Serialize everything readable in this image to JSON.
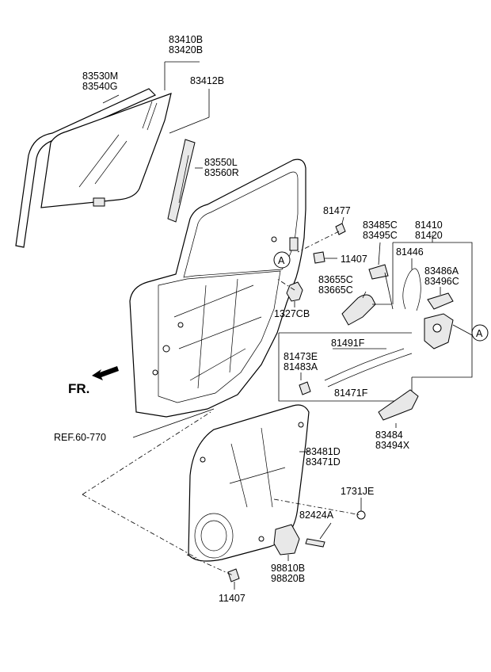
{
  "labels": [
    {
      "id": "l83410",
      "lines": [
        "83410B",
        "83420B"
      ]
    },
    {
      "id": "l83530",
      "lines": [
        "83530M",
        "83540G"
      ]
    },
    {
      "id": "l83412",
      "lines": [
        "83412B"
      ]
    },
    {
      "id": "l83550",
      "lines": [
        "83550L",
        "83560R"
      ]
    },
    {
      "id": "l81477",
      "lines": [
        "81477"
      ]
    },
    {
      "id": "l83485",
      "lines": [
        "83485C",
        "83495C"
      ]
    },
    {
      "id": "l81410",
      "lines": [
        "81410",
        "81420"
      ]
    },
    {
      "id": "l11407a",
      "lines": [
        "11407"
      ]
    },
    {
      "id": "l81446",
      "lines": [
        "81446"
      ]
    },
    {
      "id": "l83486",
      "lines": [
        "83486A",
        "83496C"
      ]
    },
    {
      "id": "l83655",
      "lines": [
        "83655C",
        "83665C"
      ]
    },
    {
      "id": "l1327",
      "lines": [
        "1327CB"
      ]
    },
    {
      "id": "l81491",
      "lines": [
        "81491F"
      ]
    },
    {
      "id": "l81473",
      "lines": [
        "81473E",
        "81483A"
      ]
    },
    {
      "id": "l81471",
      "lines": [
        "81471F"
      ]
    },
    {
      "id": "l83484",
      "lines": [
        "83484",
        "83494X"
      ]
    },
    {
      "id": "l83481",
      "lines": [
        "83481D",
        "83471D"
      ]
    },
    {
      "id": "l1731",
      "lines": [
        "1731JE"
      ]
    },
    {
      "id": "l82424",
      "lines": [
        "82424A"
      ]
    },
    {
      "id": "l98810",
      "lines": [
        "98810B",
        "98820B"
      ]
    },
    {
      "id": "l11407b",
      "lines": [
        "11407"
      ]
    }
  ],
  "ref": "REF.60-770",
  "fr": "FR.",
  "callout_a": "A"
}
